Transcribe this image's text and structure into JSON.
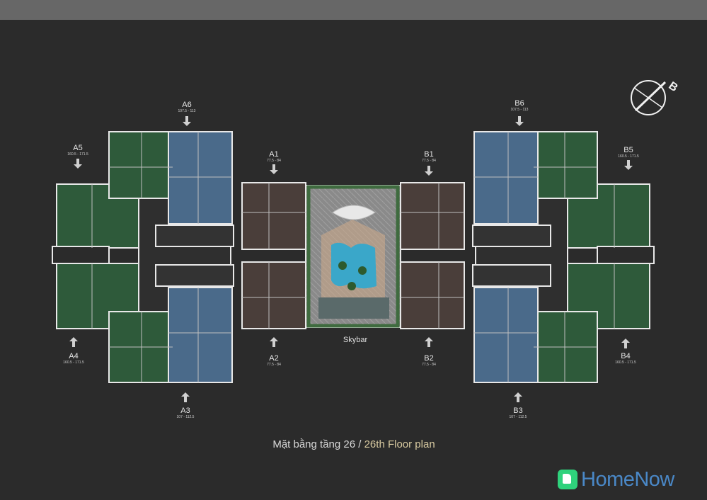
{
  "units": {
    "a6": {
      "code": "A6",
      "area": "107.5 - 113"
    },
    "a5": {
      "code": "A5",
      "area": "160.5 - 171.5"
    },
    "a1": {
      "code": "A1",
      "area": "77.5 - 84"
    },
    "b1": {
      "code": "B1",
      "area": "77.5 - 84"
    },
    "b6": {
      "code": "B6",
      "area": "107.5 - 113"
    },
    "b5": {
      "code": "B5",
      "area": "160.5 - 171.5"
    },
    "a4": {
      "code": "A4",
      "area": "160.5 - 171.5"
    },
    "a2": {
      "code": "A2",
      "area": "77.5 - 84"
    },
    "b2": {
      "code": "B2",
      "area": "77.5 - 84"
    },
    "b4": {
      "code": "B4",
      "area": "160.5 - 171.5"
    },
    "a3": {
      "code": "A3",
      "area": "107 - 112.5"
    },
    "b3": {
      "code": "B3",
      "area": "107 - 112.5"
    }
  },
  "skybar_label": "Skybar",
  "compass_letter": "B",
  "caption": {
    "vi": "Mặt bằng tầng 26 / ",
    "en": "26th Floor plan"
  },
  "brand": "HomeNow",
  "colors": {
    "green": "#2e5a3a",
    "blue": "#4a6a8a",
    "brown": "#4a3e3a",
    "pool": "#3aa7c9",
    "background": "#2b2b2b"
  }
}
